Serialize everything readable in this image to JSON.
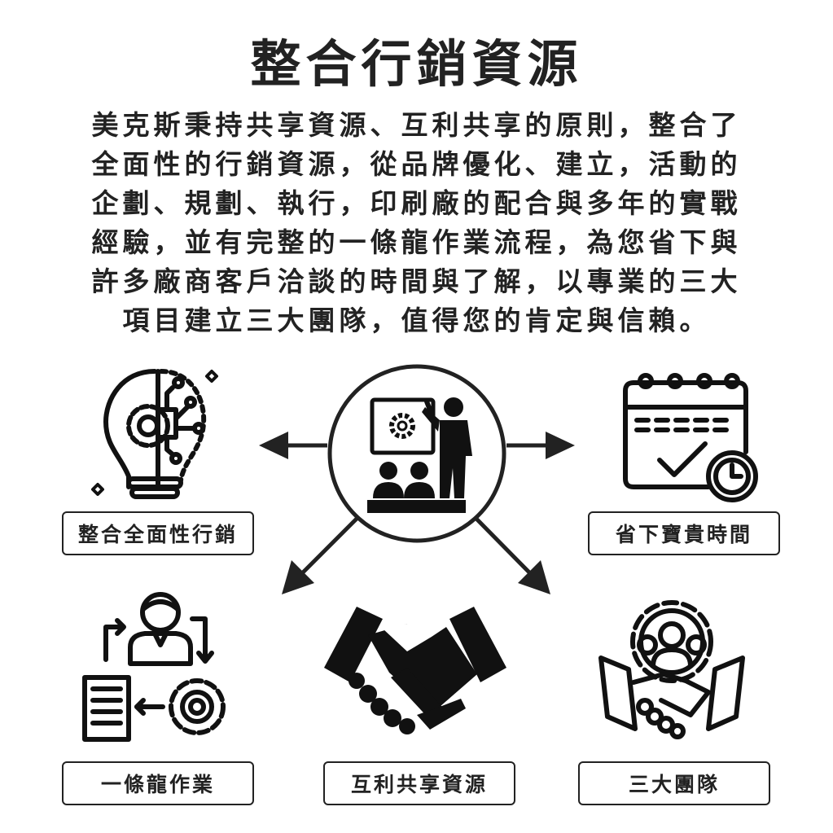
{
  "title": "整合行銷資源",
  "intro_lines": [
    "美克斯秉持共享資源、互利共享的原則，整合了",
    "全面性的行銷資源，從品牌優化、建立，活動的",
    "企劃、規劃、執行，印刷廠的配合與多年的實戰",
    "經驗，並有完整的一條龍作業流程，為您省下與",
    "許多廠商客戶洽談的時間與了解，以專業的三大",
    "項目建立三大團隊，值得您的肯定與信賴。"
  ],
  "labels": {
    "integrated_marketing": "整合全面性行銷",
    "save_time": "省下寶貴時間",
    "one_stop": "一條龍作業",
    "mutual_share": "互利共享資源",
    "three_teams": "三大團隊"
  },
  "icons": {
    "center": "presentation-icon",
    "top_left": "lightbulb-gear-icon",
    "top_right": "calendar-clock-icon",
    "bottom_left": "workflow-icon",
    "bottom_center": "handshake-icon",
    "bottom_right": "team-handshake-icon"
  },
  "colors": {
    "ink": "#222222",
    "background": "#ffffff"
  }
}
